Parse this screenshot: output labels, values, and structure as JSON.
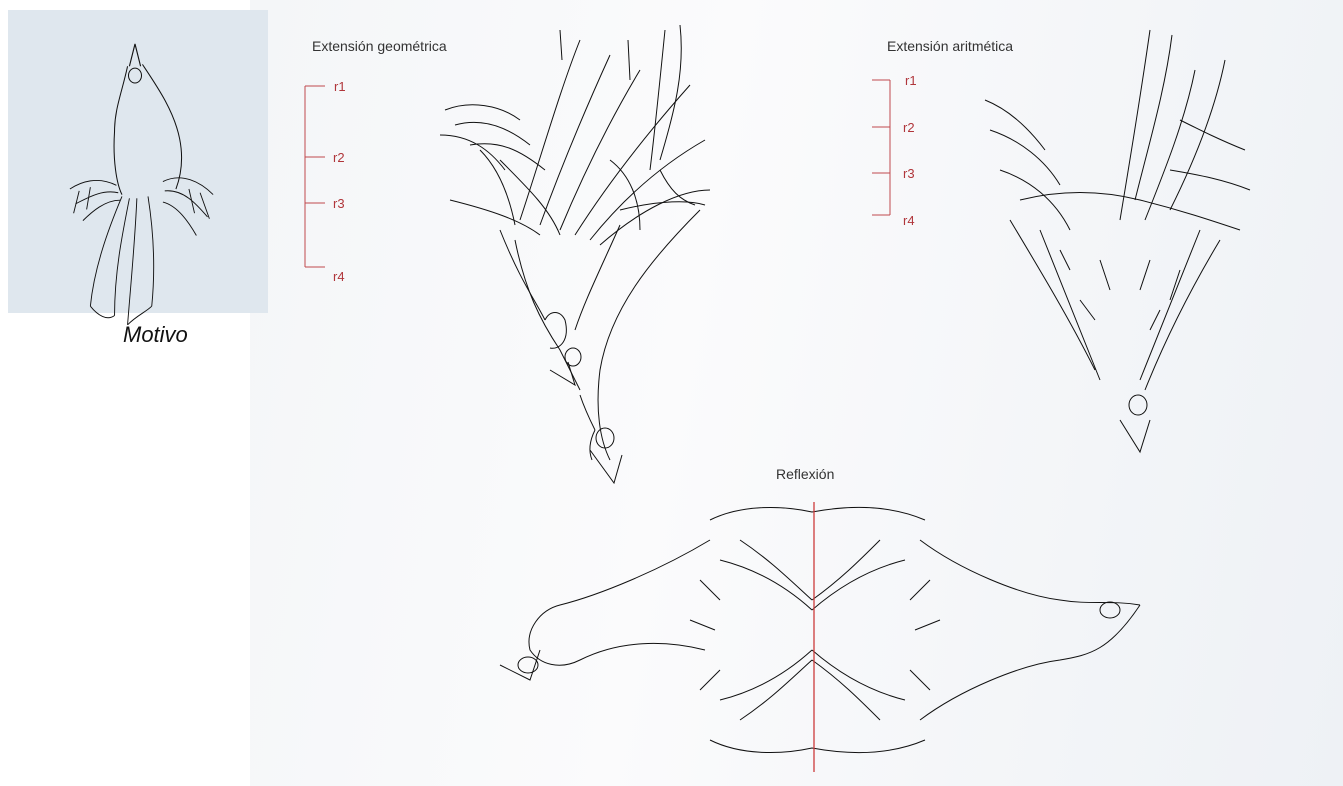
{
  "motif": {
    "caption": "Motivo"
  },
  "geometric": {
    "title": "Extensión geométrica",
    "scale": [
      "r1",
      "r2",
      "r3",
      "r4"
    ]
  },
  "arithmetic": {
    "title": "Extensión aritmética",
    "scale": [
      "r1",
      "r2",
      "r3",
      "r4"
    ]
  },
  "reflection": {
    "title": "Reflexión"
  },
  "colors": {
    "scale_red": "#b0353a",
    "line": "#111111",
    "motif_bg": "#dfe7ee"
  }
}
